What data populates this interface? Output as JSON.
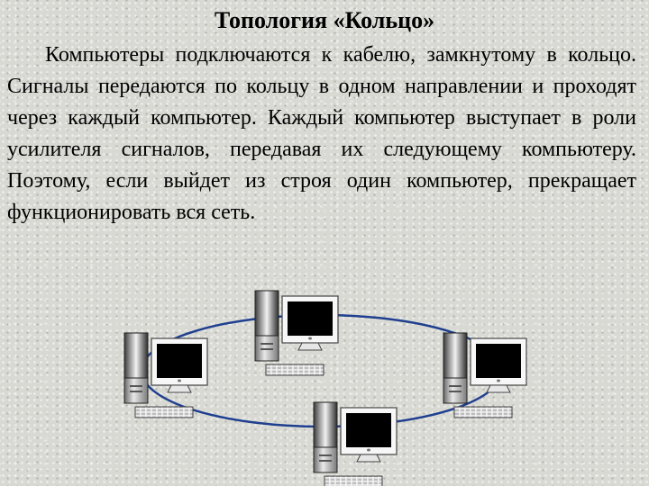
{
  "slide": {
    "title": "Топология «Кольцо»",
    "body": "Компьютеры подключаются к кабелю, замкнутому в кольцо. Сигналы передаются по кольцу в одном направлении и проходят через каждый компьютер. Каждый компьютер выступает в роли усилителя сигналов, передавая их следующему компьютеру. Поэтому, если выйдет из строя один компьютер, прекращает функционировать вся сеть."
  },
  "diagram": {
    "topology": "ring",
    "ring_color": "#1f3f8f",
    "computers": [
      {
        "name": "computer-top",
        "icon": "desktop-computer-icon"
      },
      {
        "name": "computer-left",
        "icon": "desktop-computer-icon"
      },
      {
        "name": "computer-right",
        "icon": "desktop-computer-icon"
      },
      {
        "name": "computer-bottom",
        "icon": "desktop-computer-icon"
      }
    ]
  }
}
